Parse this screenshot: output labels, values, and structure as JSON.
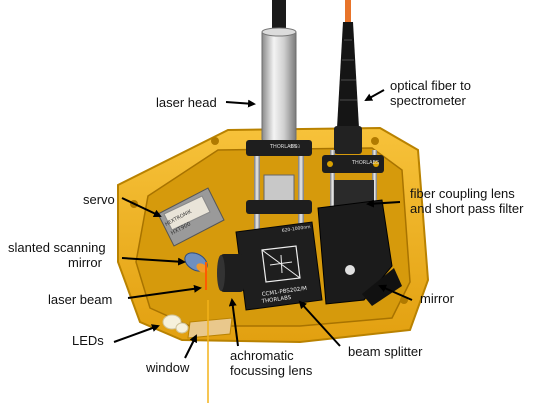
{
  "labels": {
    "laser_head": "laser head",
    "optical_fiber": [
      "optical fiber to",
      "spectrometer"
    ],
    "servo": "servo",
    "slanted_mirror": [
      "slanted scanning",
      "mirror"
    ],
    "fiber_coupling": [
      "fiber coupling lens",
      "and short pass filter"
    ],
    "laser_beam": "laser beam",
    "mirror": "mirror",
    "leds": "LEDs",
    "window": "window",
    "achromatic_lens": [
      "achromatic",
      "focussing lens"
    ],
    "beam_splitter": "beam splitter"
  },
  "part_markings": {
    "brand": "THORLABS",
    "beam_splitter_model": "CCM1-PBS202/M",
    "beam_splitter_range": "620-1000nm",
    "servo_brand": "HEXTRONIK",
    "servo_model": "HXT900",
    "cage_plate": "SP03"
  },
  "colors": {
    "housing": "#F2B21A",
    "metal": "#C8C8C8",
    "black_part": "#1E1E1E",
    "laser": "#FF5A00",
    "fiber_tip": "#E8742A",
    "arrow": "#000000"
  }
}
